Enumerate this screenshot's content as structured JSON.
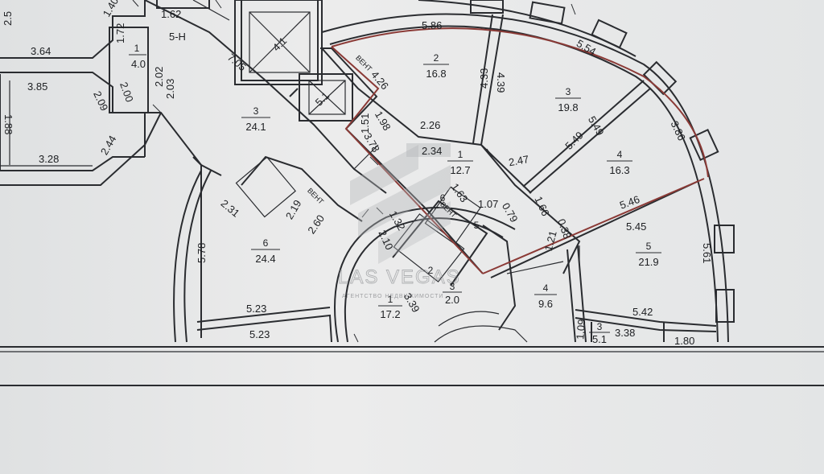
{
  "plan": {
    "section_label": "5-H",
    "watermark": {
      "brand": "LAS VEGAS",
      "tagline": "АГЕНТСТВО НЕДВИЖИМОСТИ"
    },
    "rooms": [
      {
        "id": "r-left-1",
        "num": "1",
        "area": "4.0"
      },
      {
        "id": "r-left-3",
        "num": "3",
        "area": "24.1"
      },
      {
        "id": "r-left-6",
        "num": "6",
        "area": "24.4"
      },
      {
        "id": "r-mid-1",
        "num": "1",
        "area": "17.2"
      },
      {
        "id": "r-mid-2",
        "num": "2",
        "area": ""
      },
      {
        "id": "r-mid-3",
        "num": "3",
        "area": "2.0"
      },
      {
        "id": "r-mid-5",
        "num": "5",
        "area": ""
      },
      {
        "id": "r-mid-6",
        "num": "6",
        "area": ""
      },
      {
        "id": "r-apt-1",
        "num": "1",
        "area": "12.7"
      },
      {
        "id": "r-apt-2",
        "num": "2",
        "area": "16.8"
      },
      {
        "id": "r-apt-3",
        "num": "3",
        "area": "19.8"
      },
      {
        "id": "r-apt-4",
        "num": "4",
        "area": "16.3"
      },
      {
        "id": "r-apt-5",
        "num": "5",
        "area": "21.9"
      },
      {
        "id": "r-low-4",
        "num": "4",
        "area": "9.6"
      },
      {
        "id": "r-low-3",
        "num": "3",
        "area": "5.1"
      }
    ],
    "lift_labels": [
      "4.1",
      "5.1"
    ],
    "tags": [
      "ВЕНТ",
      "ВЕНТ",
      "ВЕНТ"
    ],
    "dimensions": [
      "1.40",
      "1.62",
      "2.5",
      "3.64",
      "1.72",
      "3.85",
      "2.09",
      "2.00",
      "2.02",
      "2.03",
      "1.88",
      "3.28",
      "2.44",
      "7.05",
      "2.31",
      "5.78",
      "2.19",
      "2.60",
      "5.23",
      "5.23",
      "5.86",
      "4.26",
      "4.33",
      "4.39",
      "5.54",
      "1.51",
      "1.98",
      "2.26",
      "3.78",
      "2.34",
      "2.47",
      "5.49",
      "5.49",
      "3.86",
      "1.63",
      "1.07",
      "0.79",
      "1.66",
      "0.38",
      "5.46",
      "5.45",
      "1.32",
      "2.10",
      "1.21",
      "5.61",
      "3.39",
      "5.42",
      "1.09",
      "3.38",
      "1.80"
    ]
  }
}
